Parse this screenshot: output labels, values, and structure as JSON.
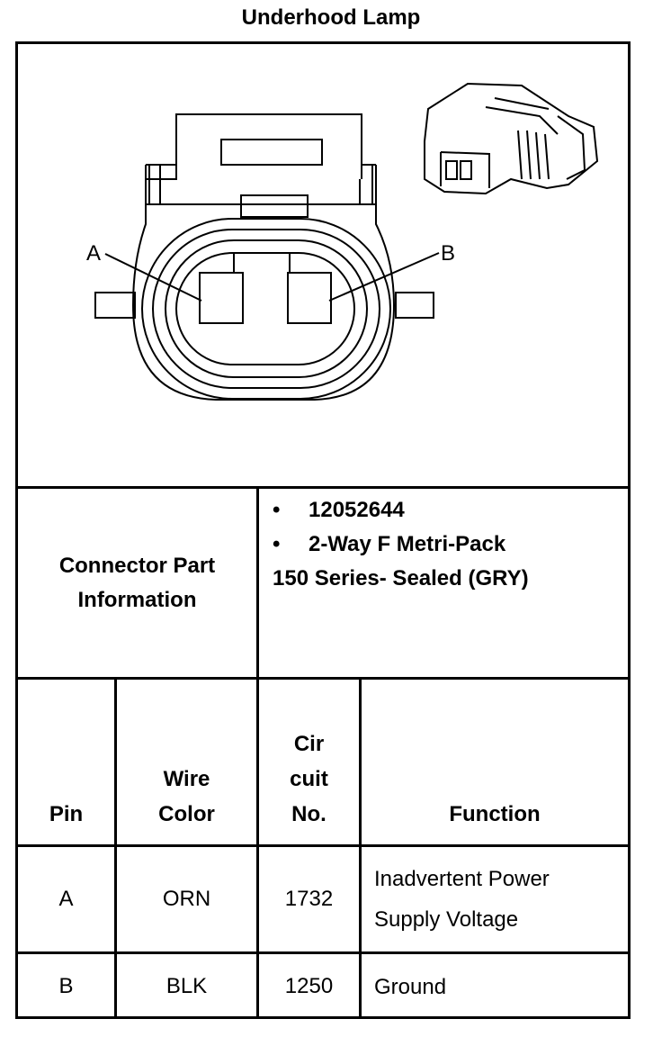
{
  "title": "Underhood Lamp",
  "diagram": {
    "pin_a": "A",
    "pin_b": "B"
  },
  "connector": {
    "label_line1": "Connector Part",
    "label_line2": "Information",
    "bullet_glyph": "•",
    "part_number": "12052644",
    "type_line1": "2-Way F Metri-Pack",
    "type_line2": "150 Series- Sealed (GRY)"
  },
  "table": {
    "headers": {
      "pin": "Pin",
      "wire_color_1": "Wire",
      "wire_color_2": "Color",
      "circuit_1": "Cir",
      "circuit_2": "cuit",
      "circuit_3": "No.",
      "function": "Function"
    },
    "rows": [
      {
        "pin": "A",
        "wire_color": "ORN",
        "circuit": "1732",
        "function_1": "Inadvertent Power",
        "function_2": "Supply Voltage"
      },
      {
        "pin": "B",
        "wire_color": "BLK",
        "circuit": "1250",
        "function_1": "Ground",
        "function_2": ""
      }
    ]
  }
}
